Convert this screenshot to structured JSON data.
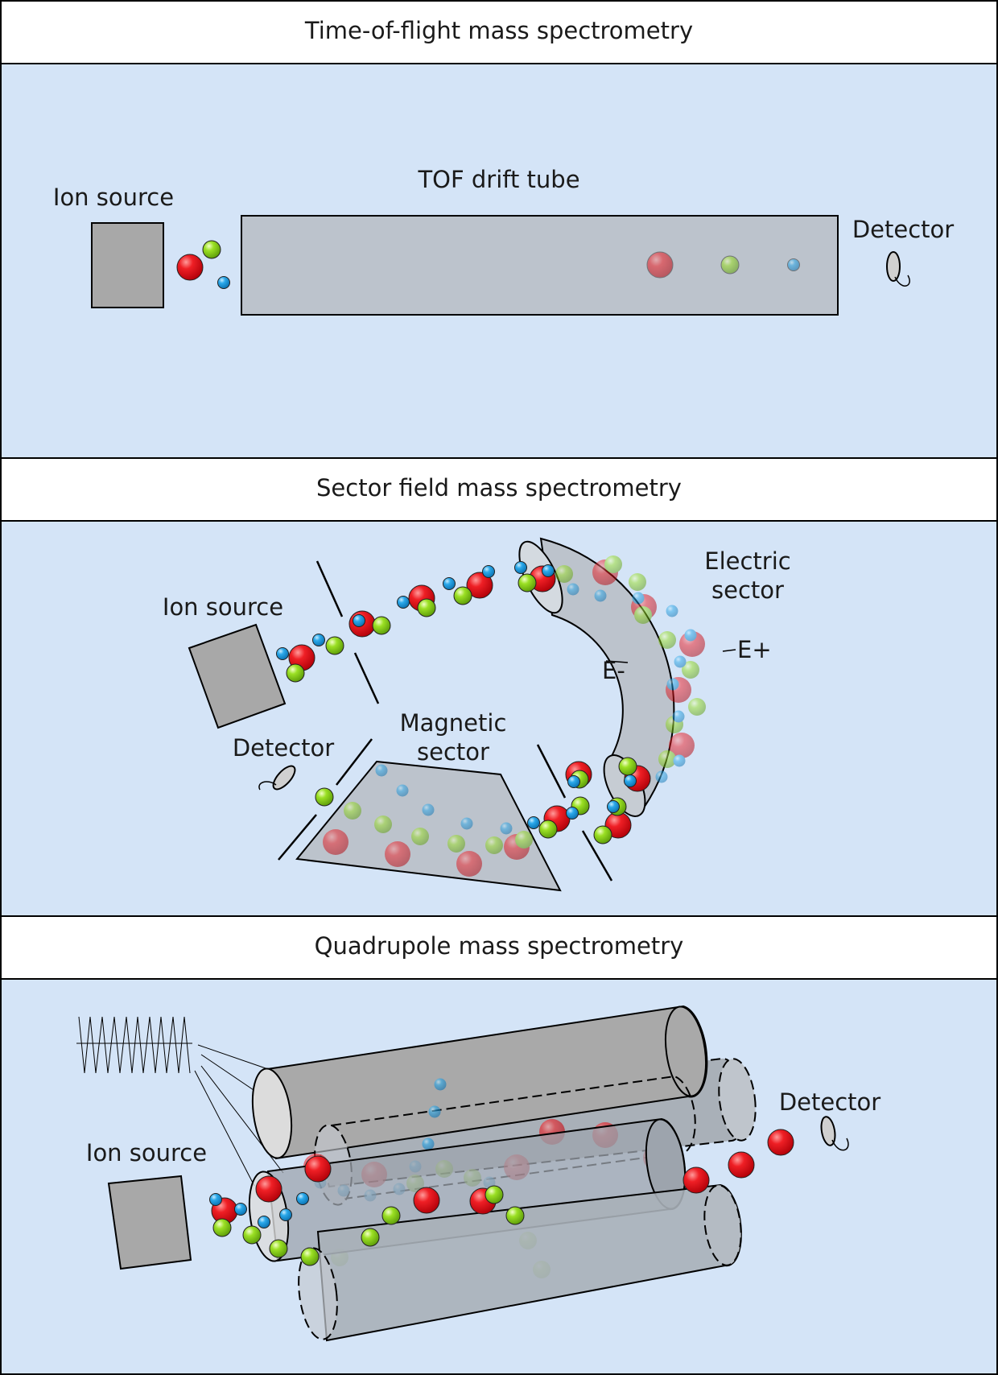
{
  "colors": {
    "panel_bg": "#d4e4f7",
    "header_bg": "#ffffff",
    "outline": "#000000",
    "box_gray": "#a8a8a8",
    "tube_gray": "#bcc3cc",
    "ion_red": "#e0141b",
    "ion_green": "#8ad21a",
    "ion_blue": "#1c9ee0"
  },
  "ion_species": [
    "red-heavy-ion",
    "green-medium-ion",
    "blue-light-ion"
  ],
  "tof": {
    "title": "Time-of-flight mass spectrometry",
    "ion_source_label": "Ion source",
    "drift_tube_label": "TOF drift tube",
    "detector_label": "Detector"
  },
  "sector": {
    "title": "Sector field mass spectrometry",
    "ion_source_label": "Ion source",
    "electric_sector_label_line1": "Electric",
    "electric_sector_label_line2": "sector",
    "e_minus_label": "E-",
    "e_plus_label": "E+",
    "magnetic_sector_label_line1": "Magnetic",
    "magnetic_sector_label_line2": "sector",
    "detector_label": "Detector"
  },
  "quadrupole": {
    "title": "Quadrupole mass spectrometry",
    "ion_source_label": "Ion source",
    "detector_label": "Detector",
    "rf_signal_icon": "sawtooth-wave-icon"
  }
}
